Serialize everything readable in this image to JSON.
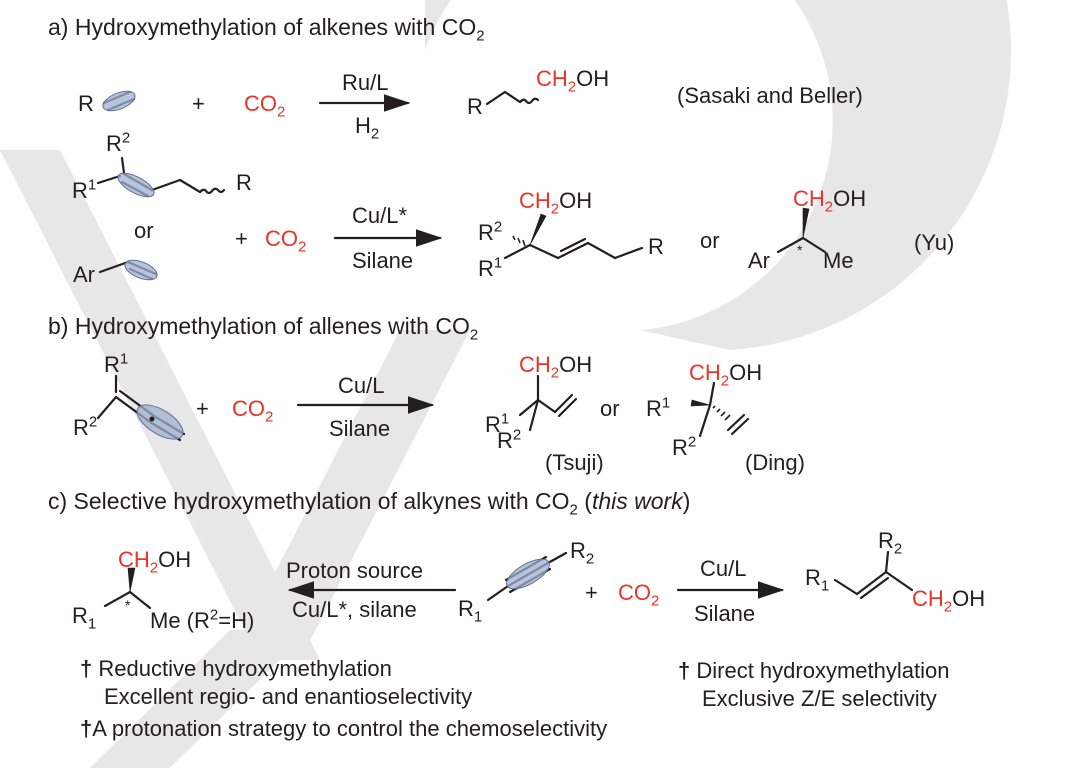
{
  "colors": {
    "text": "#231f20",
    "co2": "#e8342a",
    "highlight": "#9fb0d0",
    "watermark": "#d4d4d4"
  },
  "section_a": {
    "heading": "a) Hydroxymethylation of alkenes with CO",
    "heading_sub": "2",
    "rxn1": {
      "R": "R",
      "plus": "+",
      "co2": "CO",
      "co2_sub": "2",
      "cat": "Ru/L",
      "reagent": "H",
      "reagent_sub": "2",
      "prod_R": "R",
      "prod_ch2": "CH",
      "prod_ch2_sub": "2",
      "prod_oh": "OH",
      "ref": "(Sasaki and Beller)"
    },
    "rxn2": {
      "R2": "R",
      "R2_sup": "2",
      "R1": "R",
      "R1_sup": "1",
      "R": "R",
      "or1": "or",
      "Ar": "Ar",
      "plus": "+",
      "co2": "CO",
      "co2_sub": "2",
      "cat": "Cu/L*",
      "reagent": "Silane",
      "p_ch2": "CH",
      "p_ch2_sub": "2",
      "p_oh": "OH",
      "p_R2": "R",
      "p_R2_sup": "2",
      "p_R1": "R",
      "p_R1_sup": "1",
      "p_R": "R",
      "or2": "or",
      "q_ch2": "CH",
      "q_ch2_sub": "2",
      "q_oh": "OH",
      "q_Ar": "Ar",
      "q_star": "*",
      "q_Me": "Me",
      "ref": "(Yu)"
    }
  },
  "section_b": {
    "heading": "b) Hydroxymethylation of allenes with CO",
    "heading_sub": "2",
    "R1": "R",
    "R1_sup": "1",
    "R2": "R",
    "R2_sup": "2",
    "plus": "+",
    "co2": "CO",
    "co2_sub": "2",
    "cat": "Cu/L",
    "reagent": "Silane",
    "p1_ch2": "CH",
    "p1_ch2_sub": "2",
    "p1_oh": "OH",
    "p1_R1": "R",
    "p1_R1_sup": "1",
    "p1_R2": "R",
    "p1_R2_sup": "2",
    "or": "or",
    "p2_ch2": "CH",
    "p2_ch2_sub": "2",
    "p2_oh": "OH",
    "p2_R1": "R",
    "p2_R1_sup": "1",
    "p2_R2": "R",
    "p2_R2_sup": "2",
    "ref1": "(Tsuji)",
    "ref2": "(Ding)"
  },
  "section_c": {
    "heading": "c) Selective hydroxymethylation of alkynes with CO",
    "heading_sub": "2",
    "heading_paren_open": " (",
    "heading_italic": "this work",
    "heading_paren_close": ")",
    "left_ch2": "CH",
    "left_ch2_sub": "2",
    "left_oh": "OH",
    "left_R": "R",
    "left_R_sub": "1",
    "left_star": "*",
    "left_me": "Me (R",
    "left_me_sup": "2",
    "left_me_tail": "=H)",
    "left_cond1": "Proton source",
    "left_cond2": "Cu/L*, silane",
    "sm_R2": "R",
    "sm_R2_sub": "2",
    "sm_R1": "R",
    "sm_R1_sub": "1",
    "plus": "+",
    "co2": "CO",
    "co2_sub": "2",
    "right_cat": "Cu/L",
    "right_reagent": "Silane",
    "rp_R2": "R",
    "rp_R2_sub": "2",
    "rp_R1": "R",
    "rp_R1_sub": "1",
    "rp_ch2": "CH",
    "rp_ch2_sub": "2",
    "rp_oh": "OH"
  },
  "notes": {
    "dagger": "†",
    "n1_line1": "Reductive hydroxymethylation",
    "n1_line2": "Excellent regio- and enantioselectivity",
    "n2_line1": "Direct hydroxymethylation",
    "n2_line2": "Exclusive Z/E selectivity",
    "n3": "A protonation strategy to control the chemoselectivity"
  }
}
